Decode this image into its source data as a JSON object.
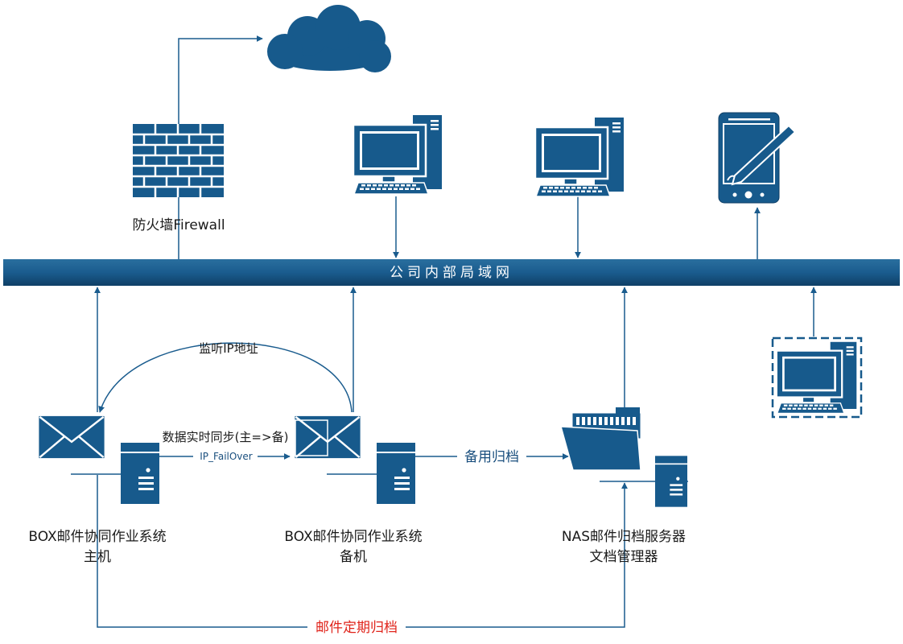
{
  "bus": {
    "label": "公司内部局域网"
  },
  "nodes": {
    "firewall": {
      "label": "防火墙Firewall"
    },
    "primary": {
      "line1": "BOX邮件协同作业系统",
      "line2": "主机"
    },
    "backup": {
      "line1": "BOX邮件协同作业系统",
      "line2": "备机"
    },
    "nas": {
      "line1": "NAS邮件归档服务器",
      "line2": "文档管理器"
    }
  },
  "edges": {
    "monitor_ip": "监听IP地址",
    "sync": "数据实时同步(主=>备)",
    "failover": "IP_FailOver",
    "backup_archive": "备用归档",
    "scheduled_archive": "邮件定期归档"
  },
  "icons": [
    "cloud-icon",
    "firewall-icon",
    "desktop-computer-icon",
    "tablet-pen-icon",
    "remote-computer-icon",
    "email-icon",
    "server-icon",
    "folder-icon"
  ],
  "colors": {
    "primary": "#175a8c",
    "accent_red": "#e0241b",
    "bus": "#1a5c8e"
  }
}
